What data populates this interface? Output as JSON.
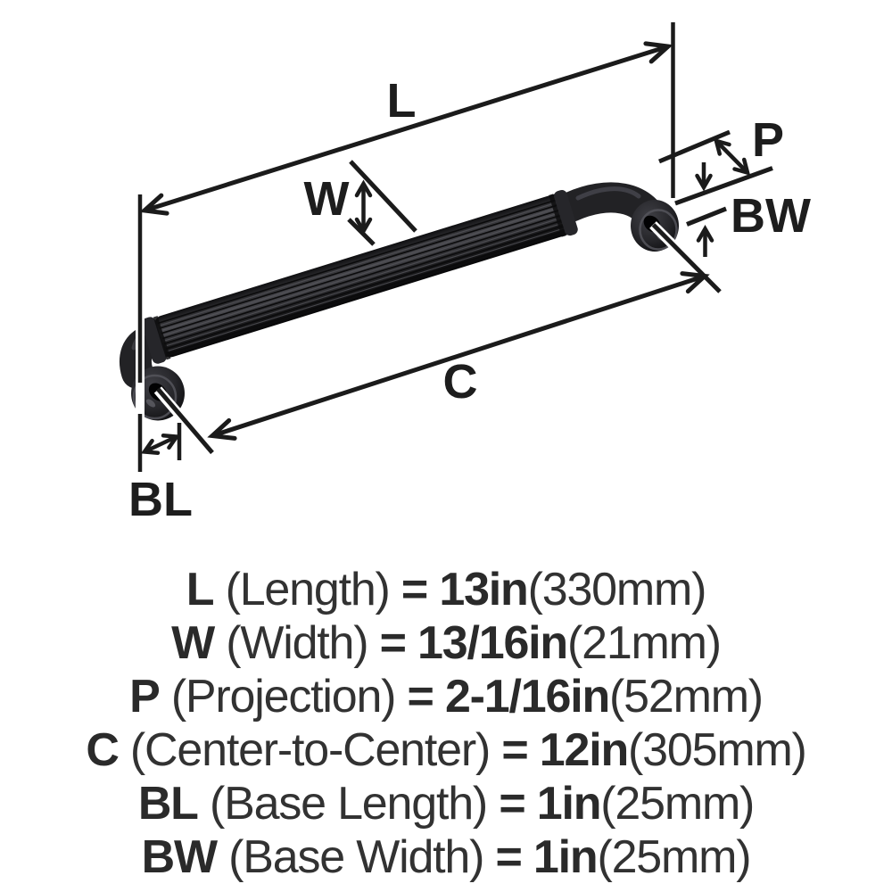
{
  "diagram": {
    "labels": {
      "length": "L",
      "width": "W",
      "projection": "P",
      "base_width": "BW",
      "center_to_center": "C",
      "base_length": "BL"
    },
    "product": "black fluted cabinet pull handle"
  },
  "specs": [
    {
      "label": "L",
      "name": "(Length)",
      "equals": "=",
      "value": "13in",
      "metric": "(330mm)"
    },
    {
      "label": "W",
      "name": "(Width)",
      "equals": "=",
      "value": "13/16in",
      "metric": "(21mm)"
    },
    {
      "label": "P",
      "name": "(Projection)",
      "equals": "=",
      "value": "2-1/16in",
      "metric": "(52mm)"
    },
    {
      "label": "C",
      "name": "(Center-to-Center)",
      "equals": "=",
      "value": "12in",
      "metric": "(305mm)"
    },
    {
      "label": "BL",
      "name": "(Base Length)",
      "equals": "=",
      "value": "1in",
      "metric": "(25mm)"
    },
    {
      "label": "BW",
      "name": "(Base Width)",
      "equals": "=",
      "value": "1in",
      "metric": "(25mm)"
    }
  ],
  "colors": {
    "background": "#ffffff",
    "line_color": "#1b1b1b",
    "text_color": "#2a2a2a",
    "handle_color": "#232327"
  }
}
